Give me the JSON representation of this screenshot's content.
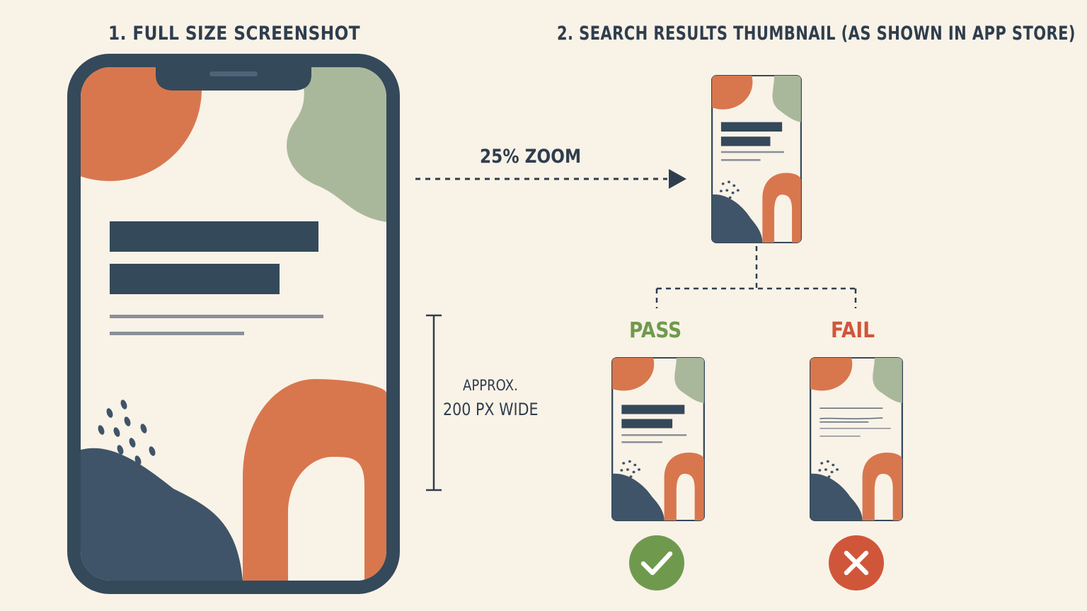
{
  "headings": {
    "left": "1. FULL SIZE SCREENSHOT",
    "right": "2. SEARCH RESULTS THUMBNAIL (AS SHOWN IN APP STORE)"
  },
  "arrow_label": "25% ZOOM",
  "size_note": {
    "line1": "APPROX.",
    "line2": "200 PX WIDE"
  },
  "outcomes": {
    "pass_label": "PASS",
    "fail_label": "FAIL",
    "pass_icon": "check-icon",
    "fail_icon": "x-icon"
  },
  "colors": {
    "background": "#f9f2e7",
    "frame": "#34495a",
    "orange": "#d8774e",
    "sage": "#a9b89a",
    "navy": "#3f5468",
    "pass": "#6f9a4e",
    "fail": "#d0563a"
  }
}
